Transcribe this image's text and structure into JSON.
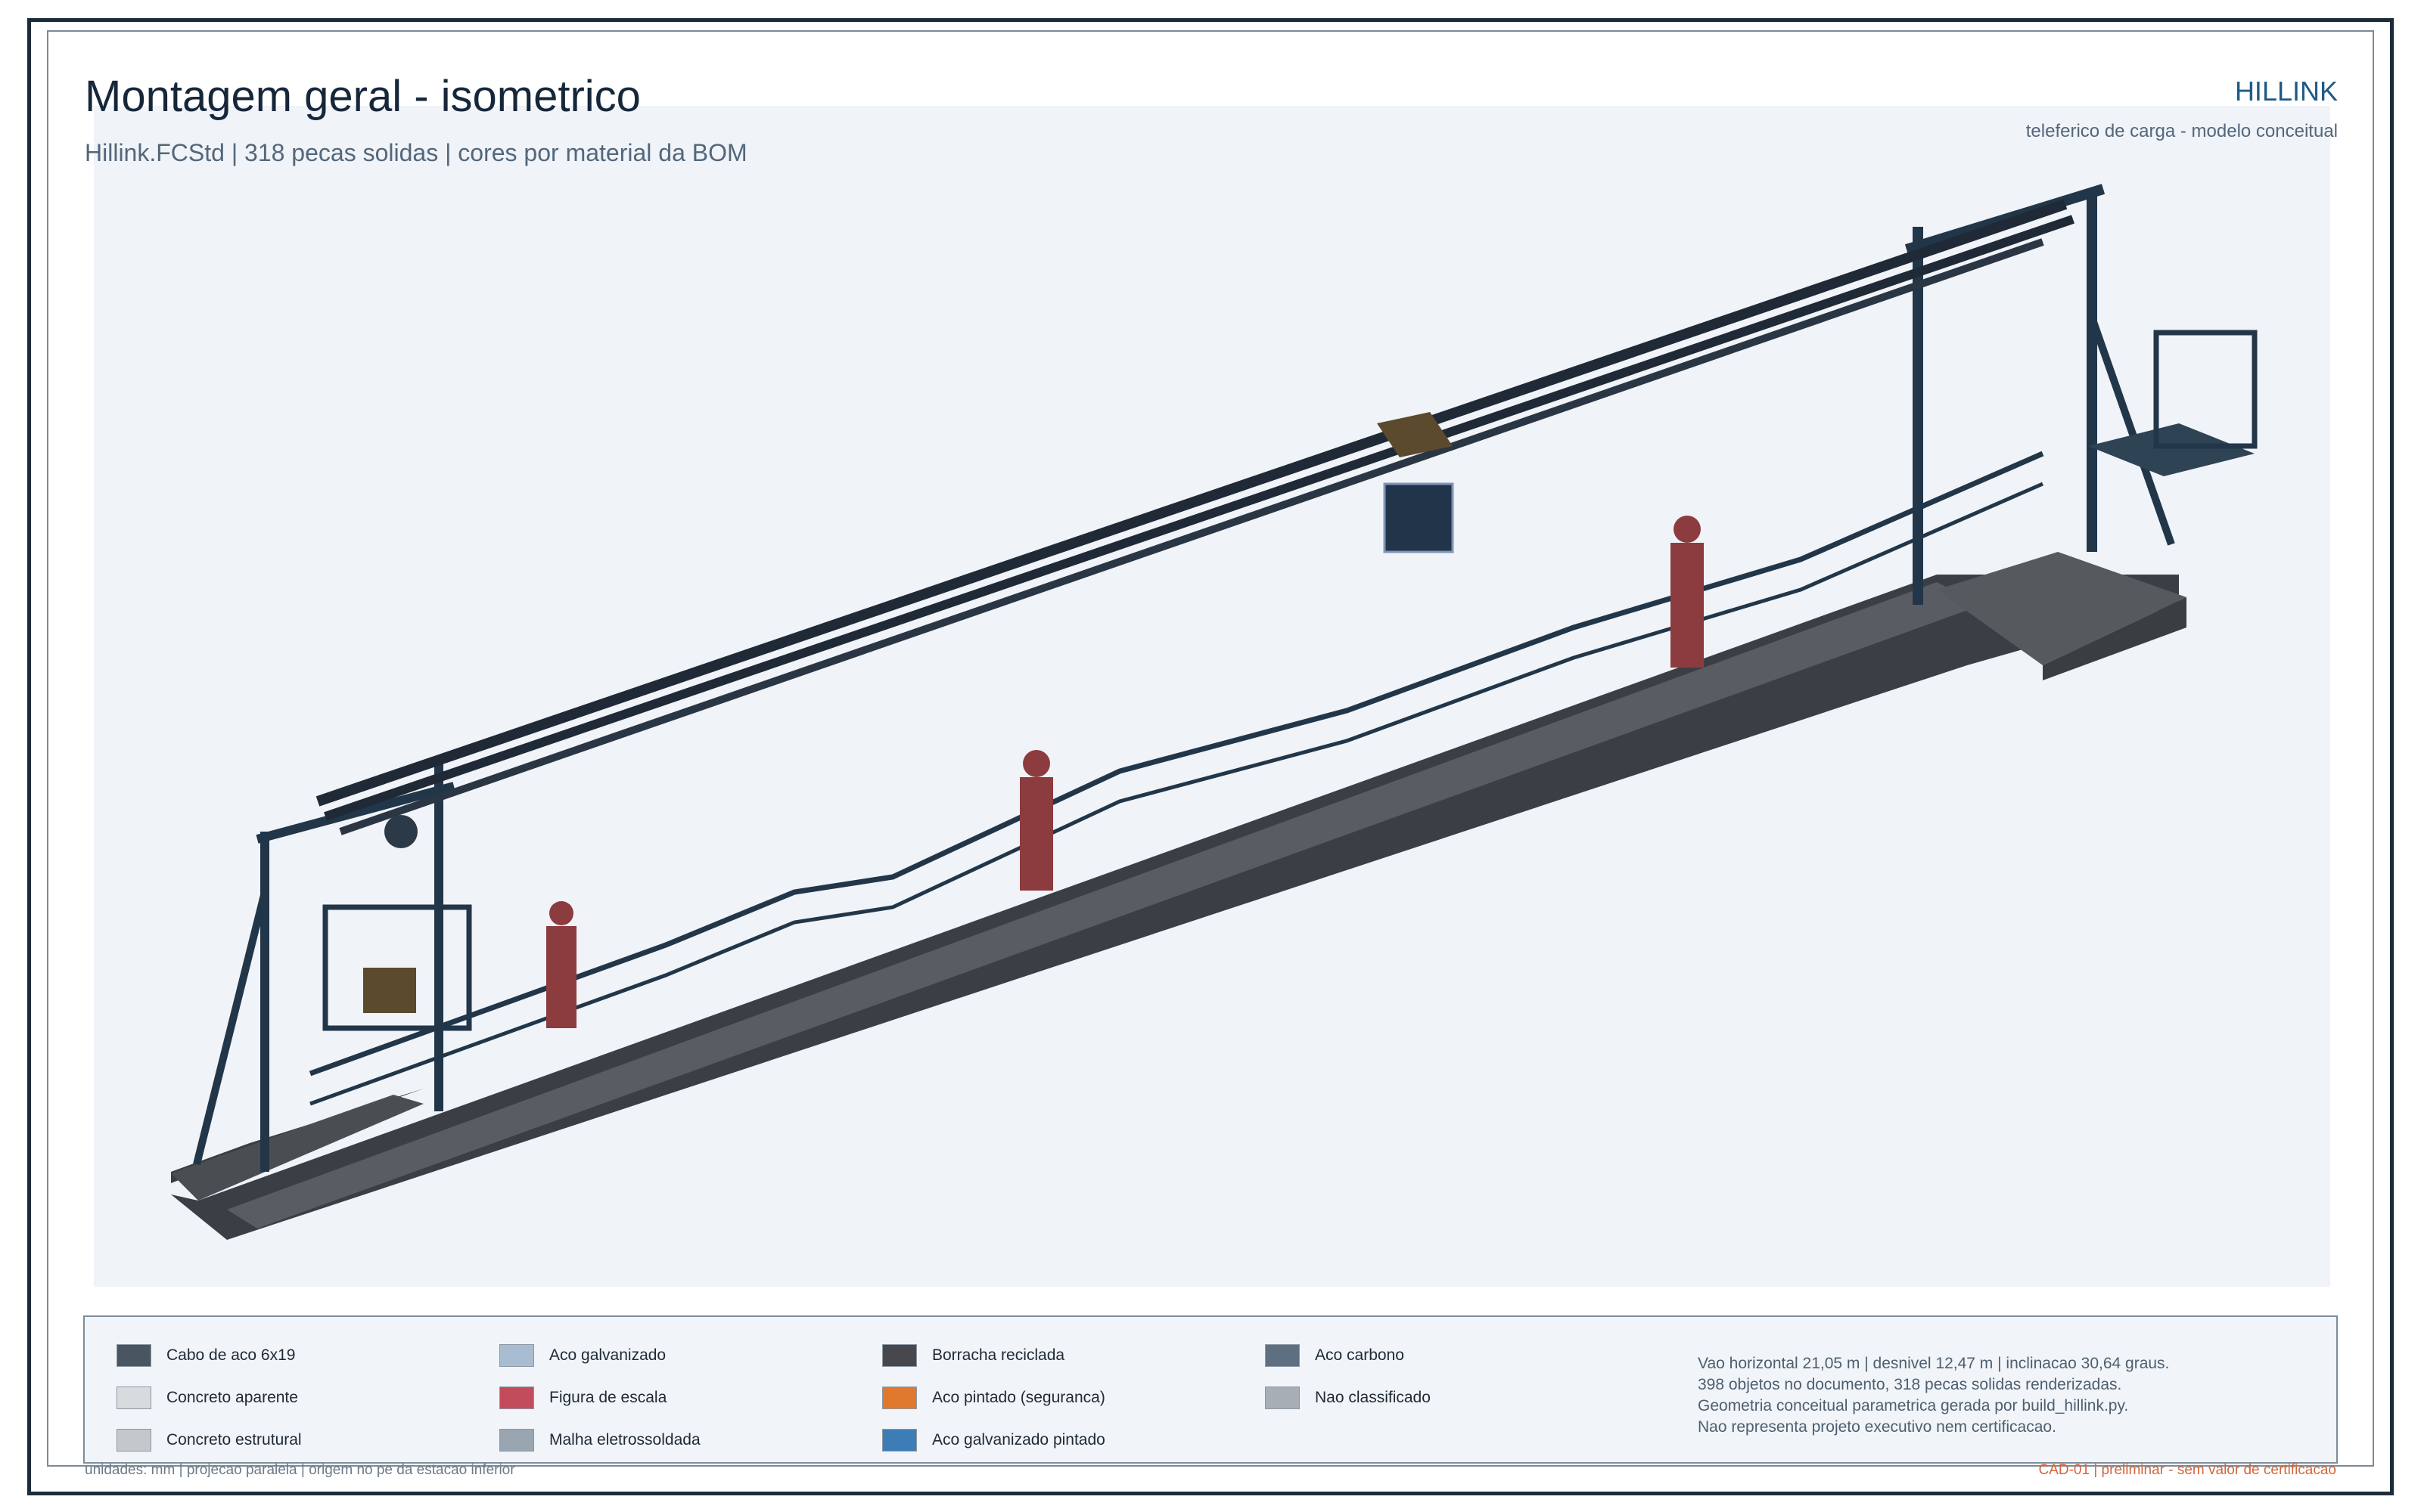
{
  "sheet": {
    "title": "Montagem geral - isometrico",
    "subtitle": "Hillink.FCStd | 318 pecas solidas | cores por material da BOM",
    "brand": "HILLINK",
    "brand_subtitle": "teleferico de carga - modelo conceitual"
  },
  "legend": [
    {
      "label": "Cabo de aco 6x19",
      "color": "#4a5562"
    },
    {
      "label": "Concreto aparente",
      "color": "#d8dbde"
    },
    {
      "label": "Concreto estrutural",
      "color": "#c4c8cc"
    },
    {
      "label": "Aco galvanizado",
      "color": "#a9bdd2"
    },
    {
      "label": "Figura de escala",
      "color": "#c24c5c"
    },
    {
      "label": "Malha eletrossoldada",
      "color": "#99a6b2"
    },
    {
      "label": "Borracha reciclada",
      "color": "#47484d"
    },
    {
      "label": "Aco pintado (seguranca)",
      "color": "#e0792e"
    },
    {
      "label": "Aco galvanizado pintado",
      "color": "#3d7db5"
    },
    {
      "label": "Aco carbono",
      "color": "#5e6f82"
    },
    {
      "label": "Nao classificado",
      "color": "#a7aeb5"
    }
  ],
  "notes": [
    "Vao horizontal 21,05 m | desnivel 12,47 m | inclinacao 30,64 graus.",
    "398 objetos no documento, 318 pecas solidas renderizadas.",
    "Geometria conceitual parametrica gerada por build_hillink.py.",
    "Nao representa projeto executivo nem certificacao."
  ],
  "footer": {
    "left": "unidades: mm  |  projecao paralela  |  origem no pe da estacao inferior",
    "right": "CAD-01  |  preliminar - sem valor de certificacao"
  },
  "model_colors": {
    "structure": "#223649",
    "cable": "#1f2a36",
    "deck": "#3a3d42",
    "figure": "#8c3b3f"
  }
}
